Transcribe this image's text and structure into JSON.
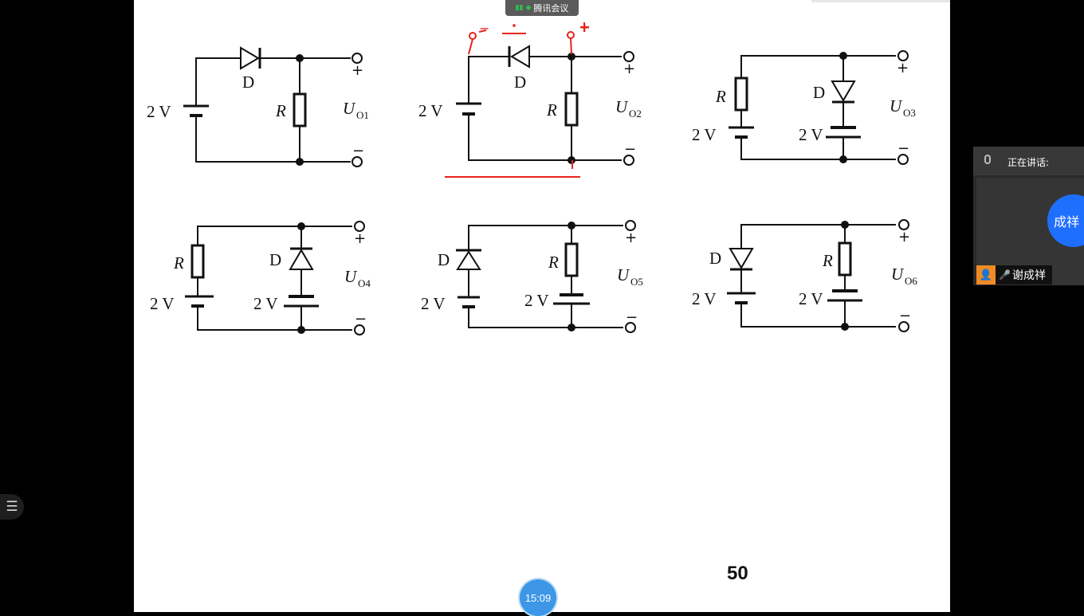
{
  "meeting": {
    "app_name": "腾讯会议"
  },
  "circuits": {
    "battery_label": "2 V",
    "diode_label": "D",
    "resistor_label": "R",
    "output_symbol": "U",
    "plus_sign": "+",
    "minus_sign": "−",
    "outputs": [
      "O1",
      "O2",
      "O3",
      "O4",
      "O5",
      "O6"
    ]
  },
  "annotation": {
    "minus_mark": "−",
    "plus_mark": "+"
  },
  "slide": {
    "page_number": "50"
  },
  "timer": {
    "time": "15:09"
  },
  "speaker": {
    "header_label": "正在讲话:",
    "avatar_text": "成祥",
    "name": "谢成祥"
  },
  "colors": {
    "annotation": "#e8231c",
    "avatar": "#1f6fff",
    "timer": "#3d97e6"
  }
}
